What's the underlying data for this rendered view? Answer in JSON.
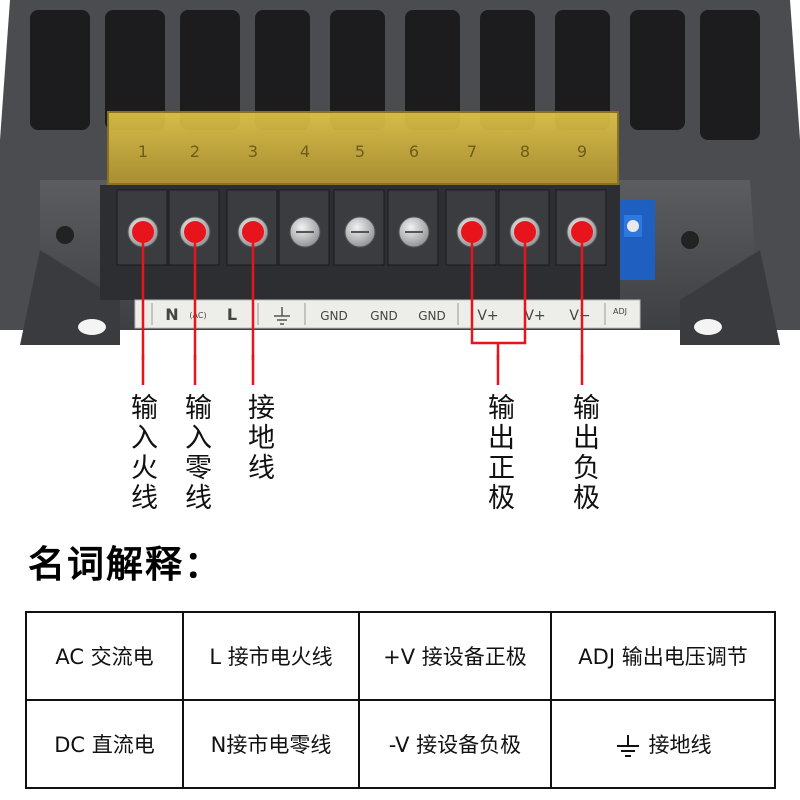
{
  "photo": {
    "terminal_numbers": [
      "1",
      "2",
      "3",
      "4",
      "5",
      "6",
      "7",
      "8",
      "9"
    ],
    "strip_labels": {
      "n": "N",
      "ac": "(AC)",
      "l": "L",
      "gnd_1": "GND",
      "gnd_2": "GND",
      "gnd_3": "GND",
      "vplus_1": "V+",
      "vplus_2": "V+",
      "vminus": "V−",
      "adj": "ADJ"
    },
    "marker_color": "#e8141c"
  },
  "callouts": {
    "live_input": "输入火线",
    "neutral_input": "输入零线",
    "ground": "接地线",
    "positive_output": "输出正极",
    "negative_output": "输出负极"
  },
  "legend": {
    "title": "名词解释：",
    "rows": [
      [
        "AC 交流电",
        "L 接市电火线",
        "+V 接设备正极",
        "ADJ 输出电压调节"
      ],
      [
        "DC 直流电",
        "N接市电零线",
        "-V 接设备负极",
        "接地线"
      ]
    ],
    "ground_icon": "ground-symbol-icon"
  }
}
